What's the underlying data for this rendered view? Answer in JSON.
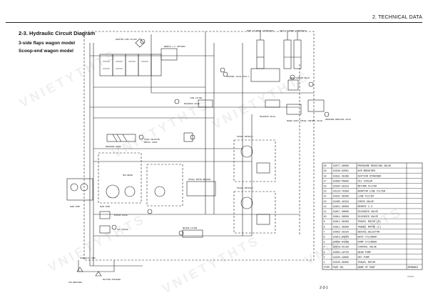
{
  "header": {
    "section": "2. TECHNICAL DATA"
  },
  "page": {
    "title": "2-3. Hydraulic Circuit Diagram",
    "subtitle_1": "3-side flaps wagon model",
    "subtitle_2": "Scoop-end wagon model",
    "page_number": "2-3-1",
    "code": "XXXXX"
  },
  "watermark": "VNIETYTHTS",
  "labels": {
    "adaptor_line_filter": "ADAPTOR LINE FILTER",
    "remote_cv": "REMOTE C.V.\nBOYADOZ",
    "dump_cylinder": "DUMP CYLINDER\nVIG6500000",
    "gate_cylinder": "GATE CYLINDER\nVIG6500000",
    "control_valve": "CONTROL VALVE\nVP01-7",
    "gate_tension": "GATE TENSION\nVALVE",
    "line_filter": "LINE FILTER",
    "solenoid_valve": "SOLENOID VALVE",
    "solenoid_valve_2": "SOLENOID VALVE",
    "speed_shift": "SPEED SHIFT TRAVEL\nCONTROL VALVE",
    "pressure_reducing": "PRESSURE REDUCING\nVALVE",
    "travel_motor_l": "TRAVEL MOTOR(L)",
    "travel_motor_r": "TRAVEL MOTOR(R)",
    "travel_motor_reducer": "TRAVEL MOTOR REDUCER",
    "pilot_selector": "PILOT SELECTOR",
    "swivel_joint": "SWIVEL JOINT",
    "feed_pump": "FEED PUMP",
    "bypass_valve": "BYPASS VALVE",
    "oil_cooler": "OIL COOLER",
    "return_filter": "RETURN FILTER",
    "air_breather": "AIR BREATHER",
    "suction_strainer": "SUCTION STRAINER",
    "hyd_tank": "HYDRAULIC TANK",
    "sun_brake": "SUN BRAKE",
    "main_pump": "MAIN PUMP",
    "pressure_gauge": "PRESSURE GAUGE"
  },
  "parts_table": {
    "headers": [
      "ITEM",
      "PART NO.",
      "NAME OF PART",
      "REMARKS"
    ],
    "rows": [
      [
        "20",
        "19077-40060",
        "PRESSURE REDUCING VALVE",
        ""
      ],
      [
        "19",
        "19528-02801",
        "AIR BREATHER",
        ""
      ],
      [
        "18",
        "19551-35368",
        "SUCTION STRAINER",
        ""
      ],
      [
        "17",
        "19950-P6000",
        "OIL COOLER",
        ""
      ],
      [
        "16",
        "19550-35318",
        "RETURN FILTER",
        ""
      ],
      [
        "15",
        "19123-70308",
        "ADAPTOR LINE FILTER",
        ""
      ],
      [
        "14",
        "19521-30308",
        "LINE FILTER",
        ""
      ],
      [
        "13",
        "19465-41018",
        "CHECK VALVE",
        ""
      ],
      [
        "12",
        "19811-30008",
        "REMOTE C.V.",
        ""
      ],
      [
        "11",
        "19817-38608",
        "SOLENOID VALVE",
        ""
      ],
      [
        "10",
        "19811-38008",
        "SOLENOID VALVE",
        ""
      ],
      [
        "9",
        "19811-38408",
        "TRAVEL MOTOR (R)",
        ""
      ],
      [
        "8",
        "19811-38308",
        "TRAVEL MOTOR (L)",
        ""
      ],
      [
        "7",
        "19002-29220",
        "SWIVEL SELECTOR",
        ""
      ],
      [
        "6",
        "19815-84208",
        "GATE CYLINDER",
        ""
      ],
      [
        "5",
        "19860-84208",
        "DUMP CYLINDER",
        ""
      ],
      [
        "4",
        "19875-41100",
        "CONTROL VALVE",
        ""
      ],
      [
        "3",
        "19002-19750",
        "GEAR PUMP",
        ""
      ],
      [
        "2",
        "19520-19850",
        "HST PUMP",
        ""
      ],
      [
        "1",
        "23520-35005",
        "TRAVEL MOTOR",
        ""
      ]
    ]
  }
}
